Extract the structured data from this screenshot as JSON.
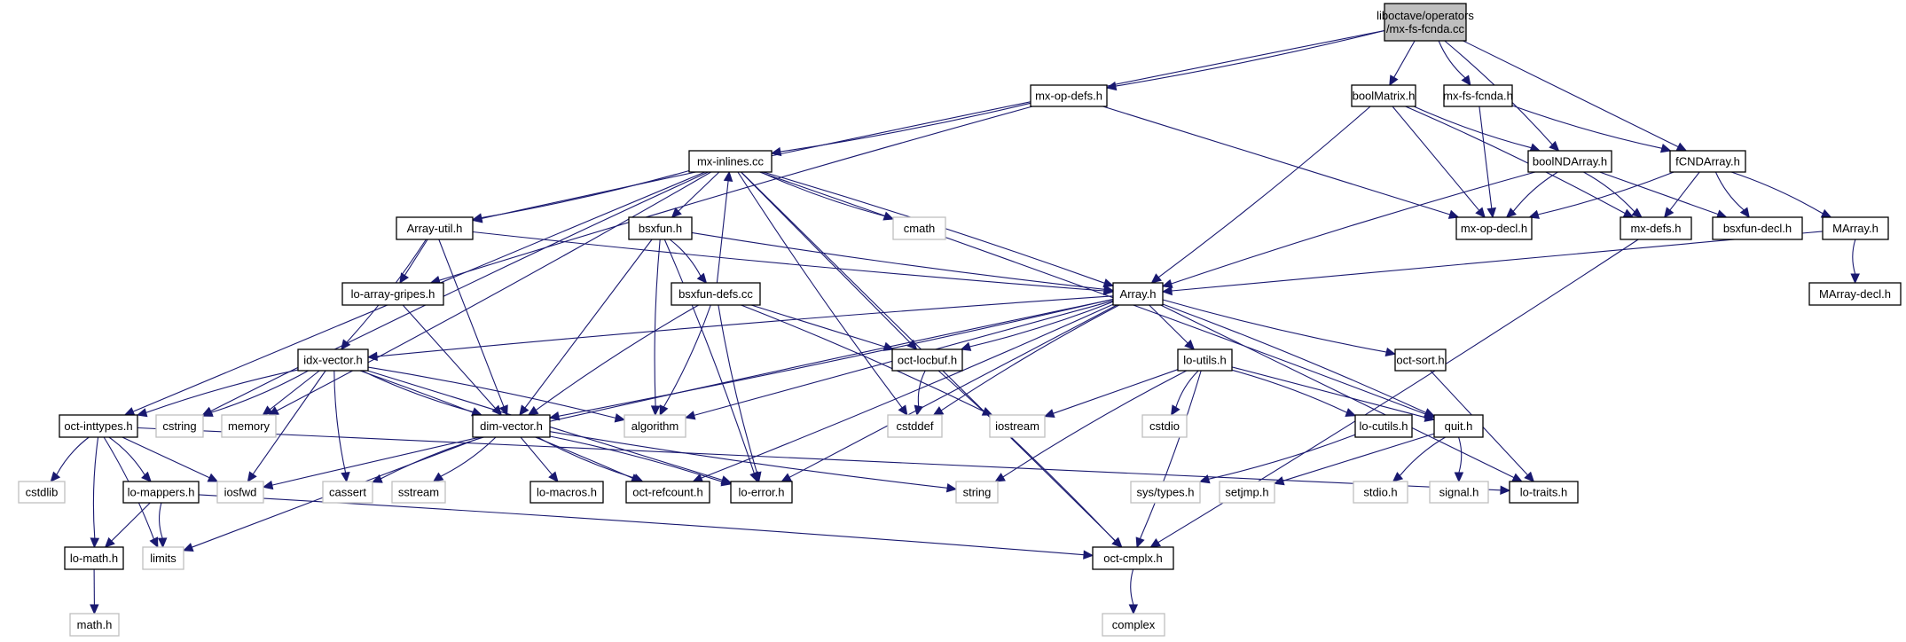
{
  "title": "liboctave/operators/mx-fs-fcnda.cc include dependency graph",
  "colors": {
    "edge": "#191970",
    "root_fill": "#bfbfbf",
    "node_border": "#000000",
    "external_border": "#bfbfbf",
    "background": "#ffffff"
  },
  "nodes": [
    {
      "id": "root",
      "lines": [
        "liboctave/operators",
        "/mx-fs-fcnda.cc"
      ],
      "kind": "root"
    },
    {
      "id": "mx-op-defs",
      "lines": [
        "mx-op-defs.h"
      ],
      "kind": "doc"
    },
    {
      "id": "boolMatrix",
      "lines": [
        "boolMatrix.h"
      ],
      "kind": "doc"
    },
    {
      "id": "mx-fs-fcnda-h",
      "lines": [
        "mx-fs-fcnda.h"
      ],
      "kind": "doc"
    },
    {
      "id": "mx-inlines",
      "lines": [
        "mx-inlines.cc"
      ],
      "kind": "doc"
    },
    {
      "id": "boolNDArray",
      "lines": [
        "boolNDArray.h"
      ],
      "kind": "doc"
    },
    {
      "id": "fCNDArray",
      "lines": [
        "fCNDArray.h"
      ],
      "kind": "doc"
    },
    {
      "id": "Array-util",
      "lines": [
        "Array-util.h"
      ],
      "kind": "doc"
    },
    {
      "id": "bsxfun",
      "lines": [
        "bsxfun.h"
      ],
      "kind": "doc"
    },
    {
      "id": "cmath",
      "lines": [
        "cmath"
      ],
      "kind": "ext"
    },
    {
      "id": "mx-op-decl",
      "lines": [
        "mx-op-decl.h"
      ],
      "kind": "doc"
    },
    {
      "id": "mx-defs",
      "lines": [
        "mx-defs.h"
      ],
      "kind": "doc"
    },
    {
      "id": "bsxfun-decl",
      "lines": [
        "bsxfun-decl.h"
      ],
      "kind": "doc"
    },
    {
      "id": "MArray",
      "lines": [
        "MArray.h"
      ],
      "kind": "doc"
    },
    {
      "id": "lo-array-gripes",
      "lines": [
        "lo-array-gripes.h"
      ],
      "kind": "doc"
    },
    {
      "id": "bsxfun-defs",
      "lines": [
        "bsxfun-defs.cc"
      ],
      "kind": "doc"
    },
    {
      "id": "Array",
      "lines": [
        "Array.h"
      ],
      "kind": "doc"
    },
    {
      "id": "MArray-decl",
      "lines": [
        "MArray-decl.h"
      ],
      "kind": "doc"
    },
    {
      "id": "idx-vector",
      "lines": [
        "idx-vector.h"
      ],
      "kind": "doc"
    },
    {
      "id": "oct-locbuf",
      "lines": [
        "oct-locbuf.h"
      ],
      "kind": "doc"
    },
    {
      "id": "lo-utils",
      "lines": [
        "lo-utils.h"
      ],
      "kind": "doc"
    },
    {
      "id": "oct-sort",
      "lines": [
        "oct-sort.h"
      ],
      "kind": "doc"
    },
    {
      "id": "oct-inttypes",
      "lines": [
        "oct-inttypes.h"
      ],
      "kind": "doc"
    },
    {
      "id": "cstring",
      "lines": [
        "cstring"
      ],
      "kind": "ext"
    },
    {
      "id": "memory",
      "lines": [
        "memory"
      ],
      "kind": "ext"
    },
    {
      "id": "dim-vector",
      "lines": [
        "dim-vector.h"
      ],
      "kind": "doc"
    },
    {
      "id": "algorithm",
      "lines": [
        "algorithm"
      ],
      "kind": "ext"
    },
    {
      "id": "cstddef",
      "lines": [
        "cstddef"
      ],
      "kind": "ext"
    },
    {
      "id": "iostream",
      "lines": [
        "iostream"
      ],
      "kind": "ext"
    },
    {
      "id": "cstdio",
      "lines": [
        "cstdio"
      ],
      "kind": "ext"
    },
    {
      "id": "lo-cutils",
      "lines": [
        "lo-cutils.h"
      ],
      "kind": "doc"
    },
    {
      "id": "quit",
      "lines": [
        "quit.h"
      ],
      "kind": "doc"
    },
    {
      "id": "cstdlib",
      "lines": [
        "cstdlib"
      ],
      "kind": "ext"
    },
    {
      "id": "lo-mappers",
      "lines": [
        "lo-mappers.h"
      ],
      "kind": "doc"
    },
    {
      "id": "iosfwd",
      "lines": [
        "iosfwd"
      ],
      "kind": "ext"
    },
    {
      "id": "cassert",
      "lines": [
        "cassert"
      ],
      "kind": "ext"
    },
    {
      "id": "sstream",
      "lines": [
        "sstream"
      ],
      "kind": "ext"
    },
    {
      "id": "lo-macros",
      "lines": [
        "lo-macros.h"
      ],
      "kind": "doc"
    },
    {
      "id": "oct-refcount",
      "lines": [
        "oct-refcount.h"
      ],
      "kind": "doc"
    },
    {
      "id": "lo-error",
      "lines": [
        "lo-error.h"
      ],
      "kind": "doc"
    },
    {
      "id": "string",
      "lines": [
        "string"
      ],
      "kind": "ext"
    },
    {
      "id": "sys-types",
      "lines": [
        "sys/types.h"
      ],
      "kind": "ext"
    },
    {
      "id": "setjmp",
      "lines": [
        "setjmp.h"
      ],
      "kind": "ext"
    },
    {
      "id": "stdio",
      "lines": [
        "stdio.h"
      ],
      "kind": "ext"
    },
    {
      "id": "signal",
      "lines": [
        "signal.h"
      ],
      "kind": "ext"
    },
    {
      "id": "lo-traits",
      "lines": [
        "lo-traits.h"
      ],
      "kind": "doc"
    },
    {
      "id": "lo-math",
      "lines": [
        "lo-math.h"
      ],
      "kind": "doc"
    },
    {
      "id": "limits",
      "lines": [
        "limits"
      ],
      "kind": "ext"
    },
    {
      "id": "oct-cmplx",
      "lines": [
        "oct-cmplx.h"
      ],
      "kind": "doc"
    },
    {
      "id": "math-h",
      "lines": [
        "math.h"
      ],
      "kind": "ext"
    },
    {
      "id": "complex",
      "lines": [
        "complex"
      ],
      "kind": "ext"
    }
  ],
  "edges": [
    [
      "root",
      "mx-op-defs"
    ],
    [
      "root",
      "boolMatrix"
    ],
    [
      "root",
      "mx-fs-fcnda-h"
    ],
    [
      "root",
      "boolNDArray"
    ],
    [
      "root",
      "fCNDArray"
    ],
    [
      "root",
      "Array-util"
    ],
    [
      "mx-op-defs",
      "mx-inlines"
    ],
    [
      "mx-op-defs",
      "mx-op-decl"
    ],
    [
      "mx-op-defs",
      "lo-array-gripes"
    ],
    [
      "boolMatrix",
      "Array"
    ],
    [
      "boolMatrix",
      "mx-op-decl"
    ],
    [
      "boolMatrix",
      "boolNDArray"
    ],
    [
      "boolMatrix",
      "mx-defs"
    ],
    [
      "mx-fs-fcnda-h",
      "mx-op-decl"
    ],
    [
      "mx-fs-fcnda-h",
      "fCNDArray"
    ],
    [
      "mx-inlines",
      "Array-util"
    ],
    [
      "mx-inlines",
      "bsxfun"
    ],
    [
      "mx-inlines",
      "cmath"
    ],
    [
      "mx-inlines",
      "Array"
    ],
    [
      "mx-inlines",
      "oct-inttypes"
    ],
    [
      "mx-inlines",
      "cstring"
    ],
    [
      "mx-inlines",
      "memory"
    ],
    [
      "mx-inlines",
      "oct-locbuf"
    ],
    [
      "mx-inlines",
      "cstddef"
    ],
    [
      "mx-inlines",
      "quit"
    ],
    [
      "mx-inlines",
      "oct-cmplx"
    ],
    [
      "boolNDArray",
      "mx-op-decl"
    ],
    [
      "boolNDArray",
      "mx-defs"
    ],
    [
      "boolNDArray",
      "bsxfun-decl"
    ],
    [
      "boolNDArray",
      "Array"
    ],
    [
      "fCNDArray",
      "mx-op-decl"
    ],
    [
      "fCNDArray",
      "mx-defs"
    ],
    [
      "fCNDArray",
      "bsxfun-decl"
    ],
    [
      "fCNDArray",
      "MArray"
    ],
    [
      "MArray",
      "Array"
    ],
    [
      "MArray",
      "MArray-decl"
    ],
    [
      "mx-defs",
      "oct-cmplx"
    ],
    [
      "Array-util",
      "lo-array-gripes"
    ],
    [
      "Array-util",
      "Array"
    ],
    [
      "Array-util",
      "idx-vector"
    ],
    [
      "Array-util",
      "dim-vector"
    ],
    [
      "bsxfun",
      "Array"
    ],
    [
      "bsxfun",
      "bsxfun-defs"
    ],
    [
      "bsxfun",
      "dim-vector"
    ],
    [
      "bsxfun",
      "algorithm"
    ],
    [
      "bsxfun",
      "lo-error"
    ],
    [
      "bsxfun-defs",
      "mx-inlines"
    ],
    [
      "bsxfun-defs",
      "dim-vector"
    ],
    [
      "bsxfun-defs",
      "algorithm"
    ],
    [
      "bsxfun-defs",
      "oct-locbuf"
    ],
    [
      "bsxfun-defs",
      "lo-error"
    ],
    [
      "bsxfun-defs",
      "iostream"
    ],
    [
      "lo-array-gripes",
      "dim-vector"
    ],
    [
      "Array",
      "idx-vector"
    ],
    [
      "Array",
      "dim-vector"
    ],
    [
      "Array",
      "algorithm"
    ],
    [
      "Array",
      "cstddef"
    ],
    [
      "Array",
      "oct-locbuf"
    ],
    [
      "Array",
      "lo-utils"
    ],
    [
      "Array",
      "oct-sort"
    ],
    [
      "Array",
      "quit"
    ],
    [
      "Array",
      "lo-traits"
    ],
    [
      "Array",
      "iosfwd"
    ],
    [
      "Array",
      "oct-refcount"
    ],
    [
      "Array",
      "lo-error"
    ],
    [
      "idx-vector",
      "oct-inttypes"
    ],
    [
      "idx-vector",
      "cstring"
    ],
    [
      "idx-vector",
      "memory"
    ],
    [
      "idx-vector",
      "dim-vector"
    ],
    [
      "idx-vector",
      "algorithm"
    ],
    [
      "idx-vector",
      "iosfwd"
    ],
    [
      "idx-vector",
      "cassert"
    ],
    [
      "idx-vector",
      "oct-refcount"
    ],
    [
      "idx-vector",
      "lo-error"
    ],
    [
      "oct-locbuf",
      "cstddef"
    ],
    [
      "oct-locbuf",
      "oct-cmplx"
    ],
    [
      "lo-utils",
      "iostream"
    ],
    [
      "lo-utils",
      "cstdio"
    ],
    [
      "lo-utils",
      "lo-cutils"
    ],
    [
      "lo-utils",
      "quit"
    ],
    [
      "lo-utils",
      "string"
    ],
    [
      "lo-utils",
      "oct-cmplx"
    ],
    [
      "oct-sort",
      "lo-traits"
    ],
    [
      "oct-inttypes",
      "cstdlib"
    ],
    [
      "oct-inttypes",
      "lo-mappers"
    ],
    [
      "oct-inttypes",
      "iosfwd"
    ],
    [
      "oct-inttypes",
      "lo-math"
    ],
    [
      "oct-inttypes",
      "limits"
    ],
    [
      "oct-inttypes",
      "lo-traits"
    ],
    [
      "dim-vector",
      "cassert"
    ],
    [
      "dim-vector",
      "sstream"
    ],
    [
      "dim-vector",
      "lo-macros"
    ],
    [
      "dim-vector",
      "oct-refcount"
    ],
    [
      "dim-vector",
      "lo-error"
    ],
    [
      "dim-vector",
      "limits"
    ],
    [
      "dim-vector",
      "string"
    ],
    [
      "lo-cutils",
      "sys-types"
    ],
    [
      "quit",
      "setjmp"
    ],
    [
      "quit",
      "stdio"
    ],
    [
      "quit",
      "signal"
    ],
    [
      "lo-mappers",
      "lo-math"
    ],
    [
      "lo-mappers",
      "limits"
    ],
    [
      "lo-mappers",
      "oct-cmplx"
    ],
    [
      "lo-math",
      "math-h"
    ],
    [
      "oct-cmplx",
      "complex"
    ]
  ]
}
